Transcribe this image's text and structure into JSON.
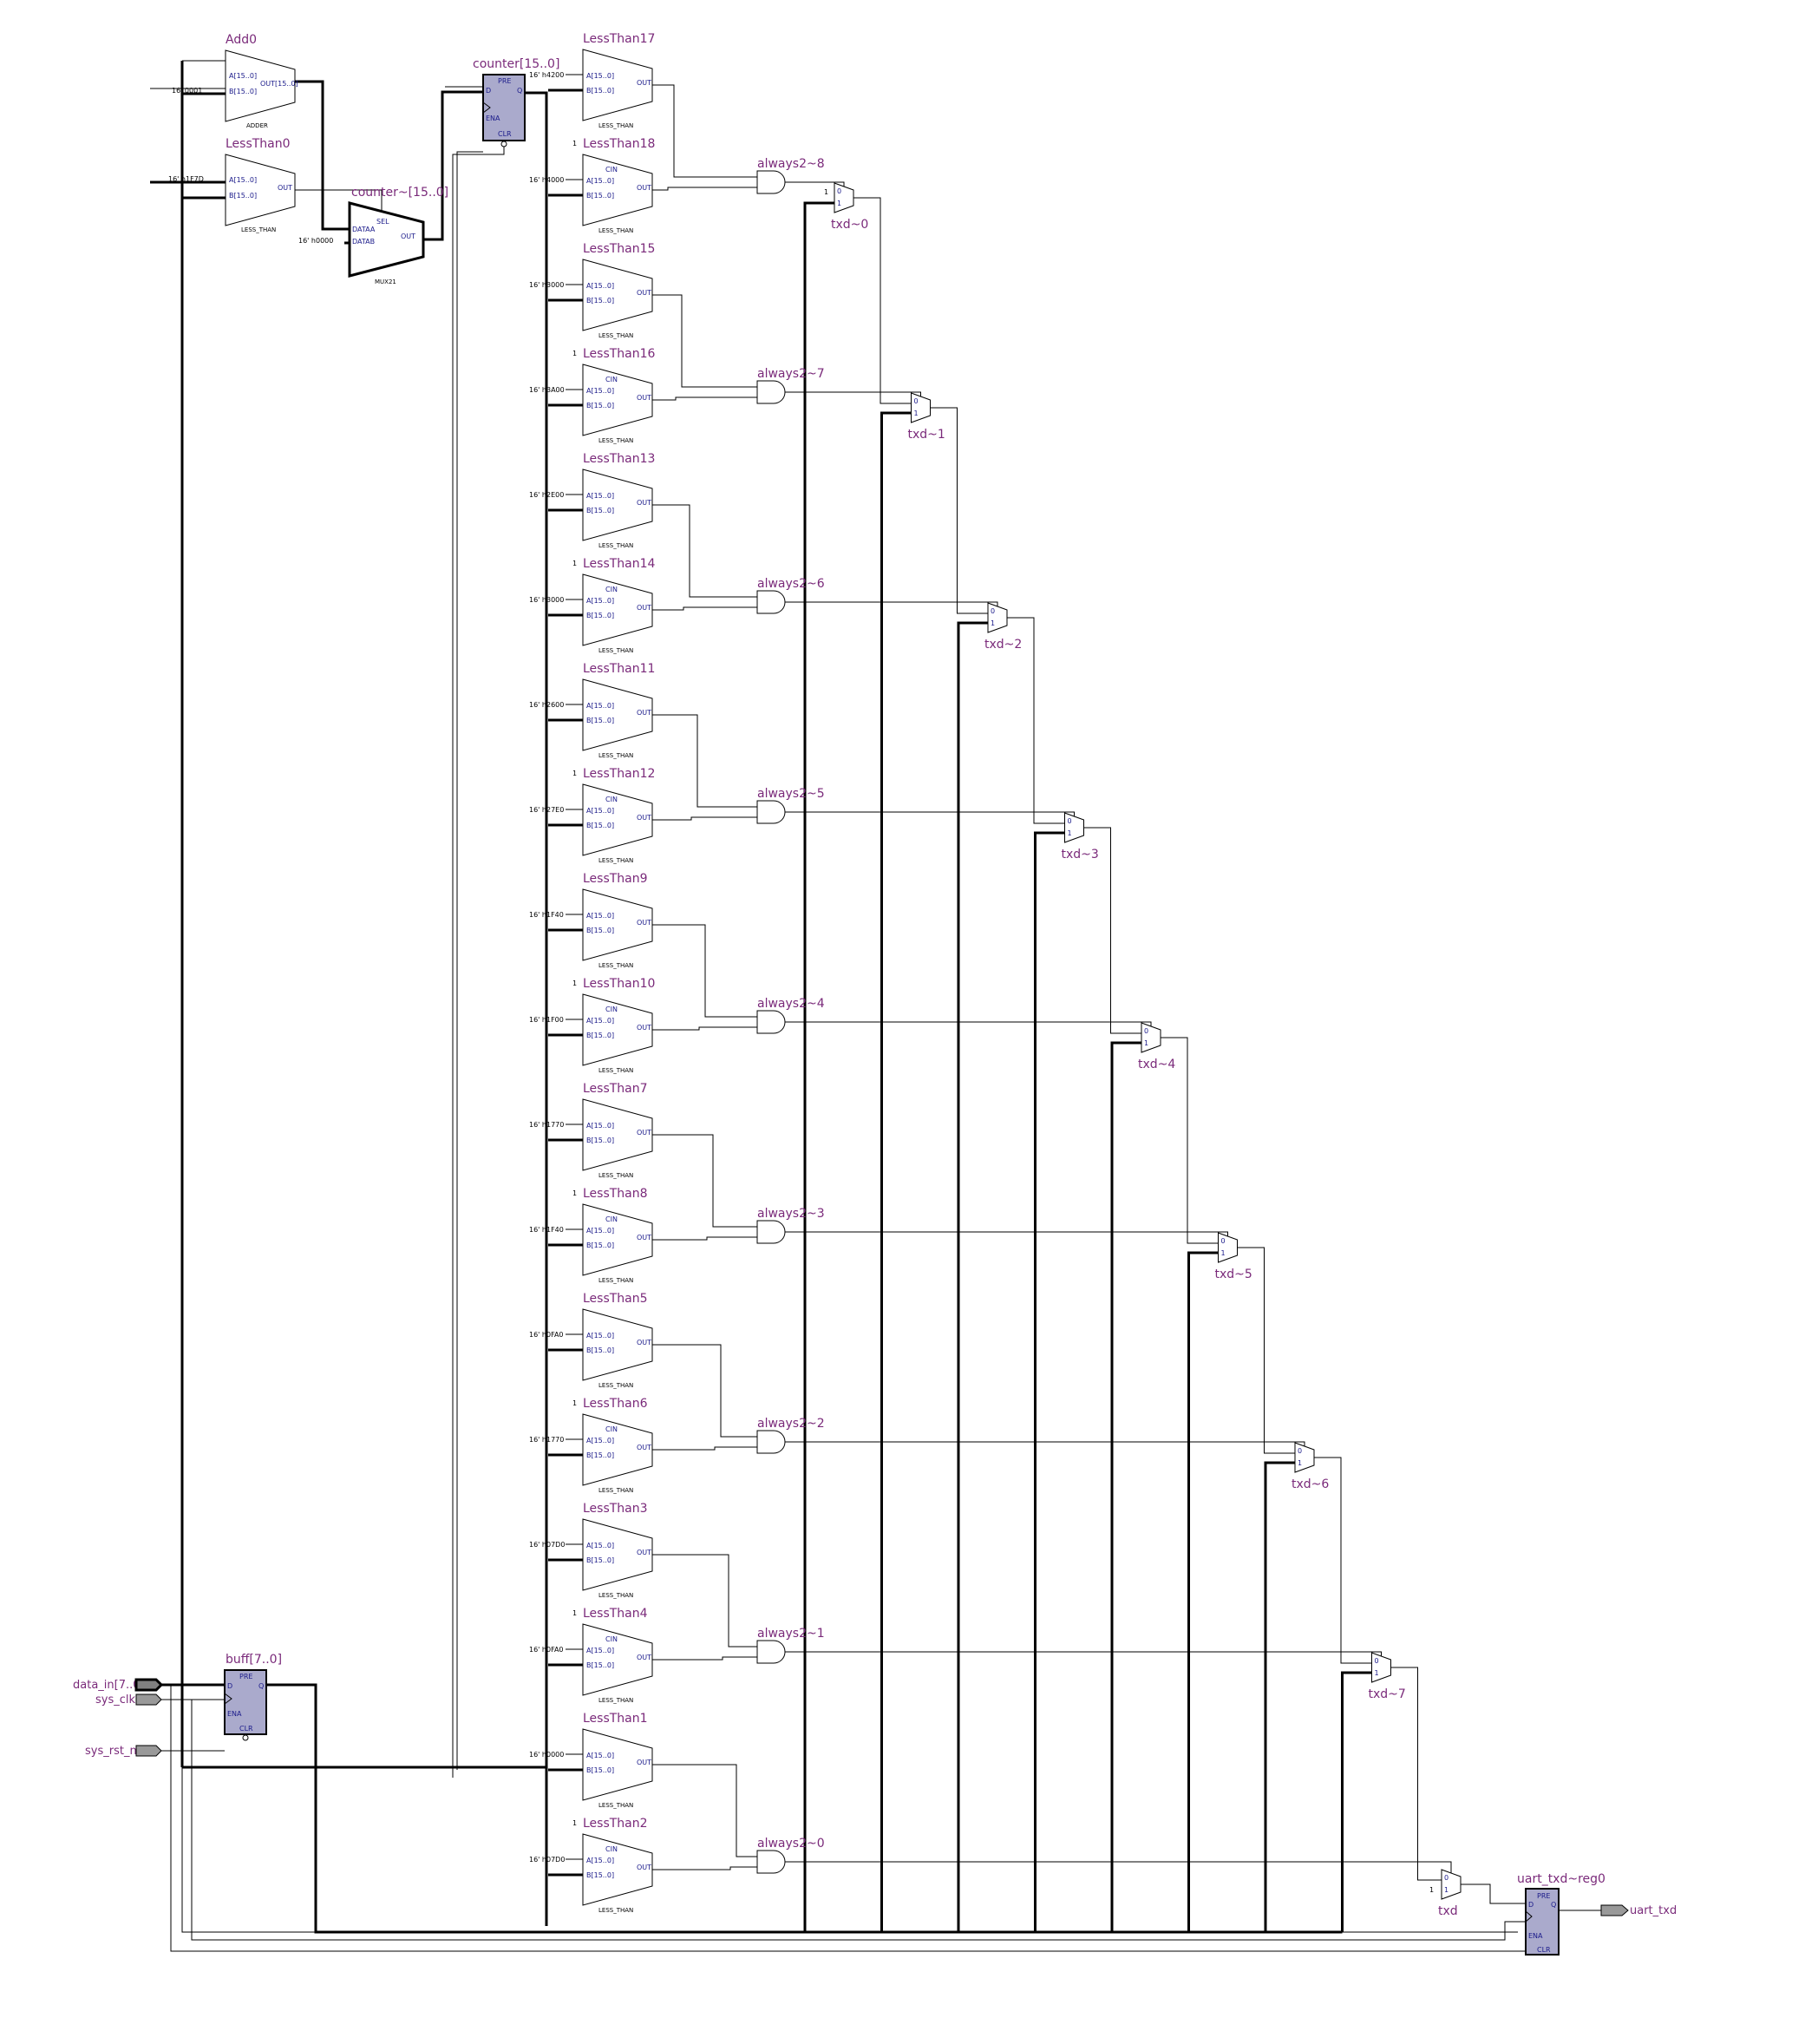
{
  "top": {
    "add": {
      "name": "Add0",
      "type": "ADDER",
      "const_b": "16' 0001",
      "out": "OUT[15..0]"
    },
    "lt0": {
      "name": "LessThan0",
      "type": "LESS_THAN",
      "const_a": "16' h1F7D"
    },
    "mux": {
      "name": "counter~[15..0]",
      "type": "MUX21",
      "sel": "SEL",
      "dataa": "DATAA",
      "datab": "DATAB",
      "out": "OUT",
      "const_b": "16' h0000"
    },
    "counter": {
      "name": "counter[15..0]",
      "pre": "PRE",
      "d": "D",
      "q": "Q",
      "ena": "ENA",
      "clr": "CLR"
    }
  },
  "pins": {
    "a": "A[15..0]",
    "b": "B[15..0]",
    "out": "OUT",
    "cin": "CIN",
    "cin_val": "1",
    "lt_type": "LESS_THAN",
    "mux_d0": "0",
    "mux_d1": "1"
  },
  "comparators": [
    {
      "name": "LessThan17",
      "const": "16' h4200",
      "cin": false
    },
    {
      "name": "LessThan18",
      "const": "16' h4000",
      "cin": true
    },
    {
      "name": "LessThan15",
      "const": "16' h3000",
      "cin": false
    },
    {
      "name": "LessThan16",
      "const": "16' h3A00",
      "cin": true
    },
    {
      "name": "LessThan13",
      "const": "16' h2E00",
      "cin": false
    },
    {
      "name": "LessThan14",
      "const": "16' h3000",
      "cin": true
    },
    {
      "name": "LessThan11",
      "const": "16' h2600",
      "cin": false
    },
    {
      "name": "LessThan12",
      "const": "16' h27E0",
      "cin": true
    },
    {
      "name": "LessThan9",
      "const": "16' h1F40",
      "cin": false
    },
    {
      "name": "LessThan10",
      "const": "16' h1F00",
      "cin": true
    },
    {
      "name": "LessThan7",
      "const": "16' h1770",
      "cin": false
    },
    {
      "name": "LessThan8",
      "const": "16' h1F40",
      "cin": true
    },
    {
      "name": "LessThan5",
      "const": "16' h0FA0",
      "cin": false
    },
    {
      "name": "LessThan6",
      "const": "16' h1770",
      "cin": true
    },
    {
      "name": "LessThan3",
      "const": "16' h07D0",
      "cin": false
    },
    {
      "name": "LessThan4",
      "const": "16' h0FA0",
      "cin": true
    },
    {
      "name": "LessThan1",
      "const": "16' h0000",
      "cin": false
    },
    {
      "name": "LessThan2",
      "const": "16' h07D0",
      "cin": true
    }
  ],
  "ands": [
    "always2~8",
    "always2~7",
    "always2~6",
    "always2~5",
    "always2~4",
    "always2~3",
    "always2~2",
    "always2~1",
    "always2~0"
  ],
  "muxes": [
    "txd~0",
    "txd~1",
    "txd~2",
    "txd~3",
    "txd~4",
    "txd~5",
    "txd~6",
    "txd~7",
    "txd"
  ],
  "mux_const": "1",
  "buff": {
    "name": "buff[7..0]",
    "pre": "PRE",
    "d": "D",
    "q": "Q",
    "ena": "ENA",
    "clr": "CLR"
  },
  "out_reg": {
    "name": "uart_txd~reg0",
    "pre": "PRE",
    "d": "D",
    "q": "Q",
    "ena": "ENA",
    "clr": "CLR"
  },
  "ports": {
    "data_in": "data_in[7..0]",
    "sys_clk": "sys_clk",
    "sys_rst_n": "sys_rst_n",
    "uart_txd": "uart_txd"
  },
  "colors": {
    "label": "#7a2a7a",
    "register_fill": "#aaaacc",
    "wire": "#000000",
    "port_fill": "#808080"
  }
}
